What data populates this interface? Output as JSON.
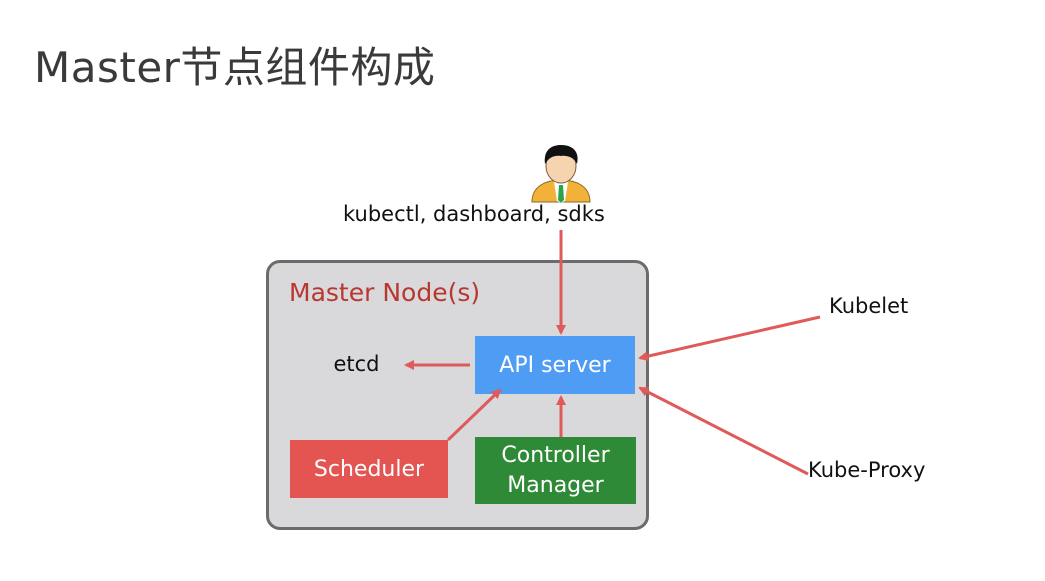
{
  "title": "Master节点组件构成",
  "user": {
    "icon": "user-icon",
    "label": "kubectl, dashboard, sdks"
  },
  "master": {
    "label": "Master Node(s)",
    "components": {
      "api_server": "API server",
      "etcd": "etcd",
      "scheduler": "Scheduler",
      "controller_manager": [
        "Controller",
        "Manager"
      ]
    }
  },
  "external": {
    "kubelet": "Kubelet",
    "kube_proxy": "Kube-Proxy"
  },
  "colors": {
    "api_server": "#4f9cf5",
    "scheduler": "#e45451",
    "controller_manager": "#2f8a37",
    "master_label": "#b8372f",
    "arrow": "#e05a5a",
    "box": "#d9d9dc"
  }
}
